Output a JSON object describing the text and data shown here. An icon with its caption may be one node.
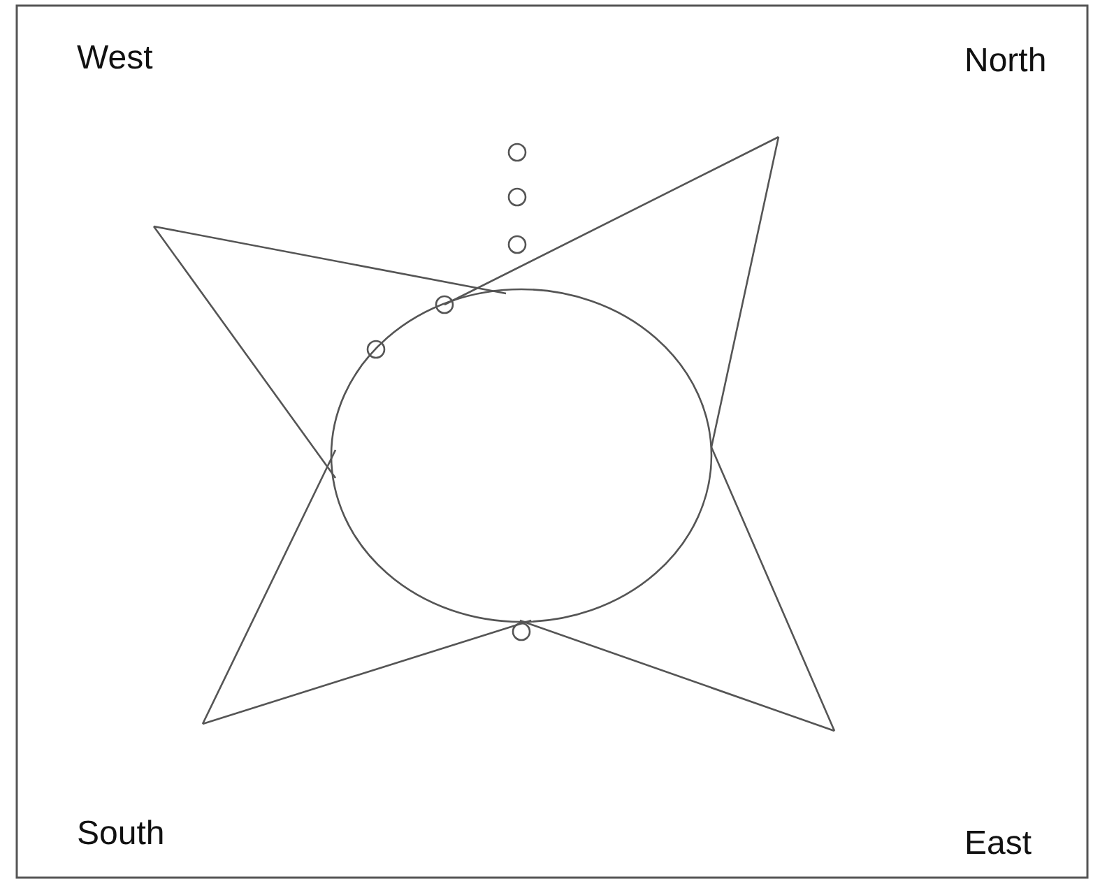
{
  "diagram": {
    "labels": [
      "West",
      "North",
      "South",
      "East"
    ]
  }
}
